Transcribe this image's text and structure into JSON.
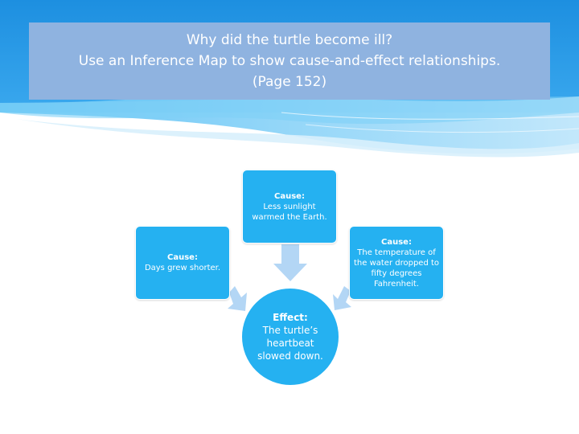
{
  "title": {
    "line1": "Why did the turtle become ill?",
    "line2": "Use an Inference Map to show cause-and-effect relationships.",
    "line3": "(Page 152)"
  },
  "causes": [
    {
      "label": "Cause:",
      "text": "Days grew shorter."
    },
    {
      "label": "Cause:",
      "text": "Less sunlight warmed the Earth."
    },
    {
      "label": "Cause:",
      "text": "The temperature of the water dropped to fifty degrees Fahrenheit."
    }
  ],
  "effect": {
    "label": "Effect:",
    "text": "The turtle’s heartbeat slowed down."
  },
  "colors": {
    "title_bg": "#8fb3e0",
    "node": "#25b1f1",
    "arrow": "#b3d6f5"
  }
}
